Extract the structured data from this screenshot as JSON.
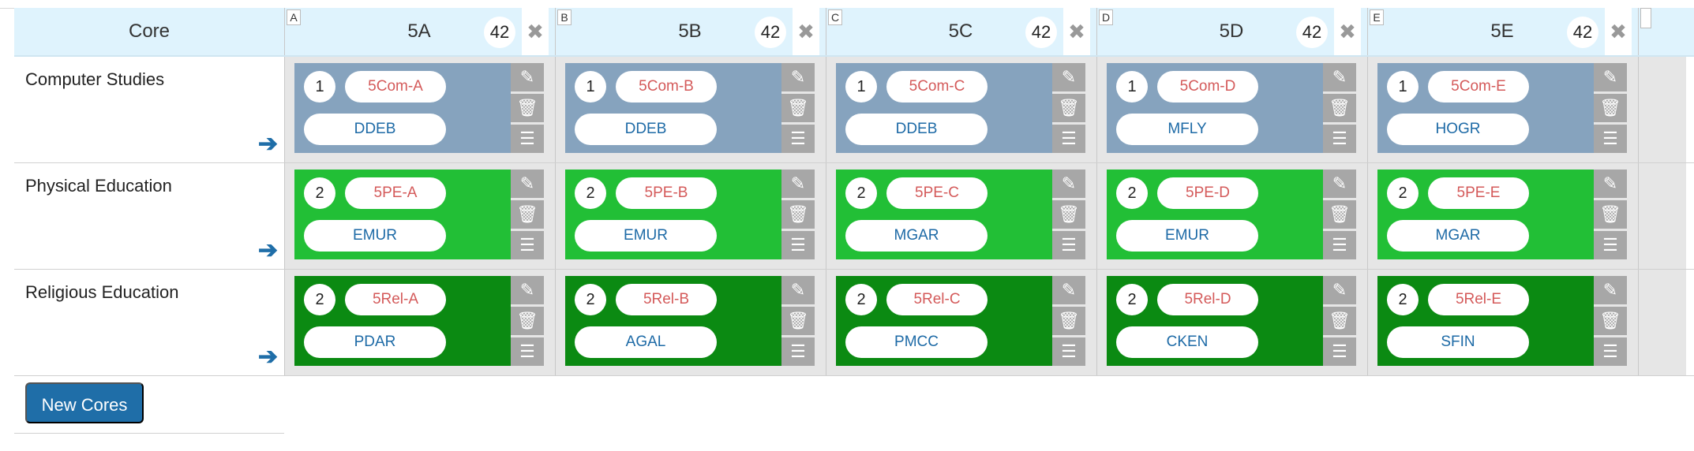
{
  "header": {
    "core_label": "Core",
    "columns": [
      {
        "letter": "A",
        "name": "5A",
        "count": "42"
      },
      {
        "letter": "B",
        "name": "5B",
        "count": "42"
      },
      {
        "letter": "C",
        "name": "5C",
        "count": "42"
      },
      {
        "letter": "D",
        "name": "5D",
        "count": "42"
      },
      {
        "letter": "E",
        "name": "5E",
        "count": "42"
      }
    ],
    "close_glyph": "✖"
  },
  "rows": [
    {
      "subject": "Computer Studies",
      "color": "#86a3be",
      "cells": [
        {
          "num": "1",
          "code": "5Com-A",
          "teacher": "DDEB"
        },
        {
          "num": "1",
          "code": "5Com-B",
          "teacher": "DDEB"
        },
        {
          "num": "1",
          "code": "5Com-C",
          "teacher": "DDEB"
        },
        {
          "num": "1",
          "code": "5Com-D",
          "teacher": "MFLY"
        },
        {
          "num": "1",
          "code": "5Com-E",
          "teacher": "HOGR"
        }
      ]
    },
    {
      "subject": "Physical Education",
      "color": "#22bf36",
      "cells": [
        {
          "num": "2",
          "code": "5PE-A",
          "teacher": "EMUR"
        },
        {
          "num": "2",
          "code": "5PE-B",
          "teacher": "EMUR"
        },
        {
          "num": "2",
          "code": "5PE-C",
          "teacher": "MGAR"
        },
        {
          "num": "2",
          "code": "5PE-D",
          "teacher": "EMUR"
        },
        {
          "num": "2",
          "code": "5PE-E",
          "teacher": "MGAR"
        }
      ]
    },
    {
      "subject": "Religious Education",
      "color": "#0b8a12",
      "cells": [
        {
          "num": "2",
          "code": "5Rel-A",
          "teacher": "PDAR"
        },
        {
          "num": "2",
          "code": "5Rel-B",
          "teacher": "AGAL"
        },
        {
          "num": "2",
          "code": "5Rel-C",
          "teacher": "PMCC"
        },
        {
          "num": "2",
          "code": "5Rel-D",
          "teacher": "CKEN"
        },
        {
          "num": "2",
          "code": "5Rel-E",
          "teacher": "SFIN"
        }
      ]
    }
  ],
  "icons": {
    "edit": "pencil-icon",
    "delete": "trash-icon",
    "details": "list-icon",
    "arrow": "arrow-right-icon"
  },
  "actions": {
    "new_cores": "New Cores"
  },
  "colors": {
    "header_bg": "#dff3fd",
    "button_blue": "#1f6ea8"
  }
}
